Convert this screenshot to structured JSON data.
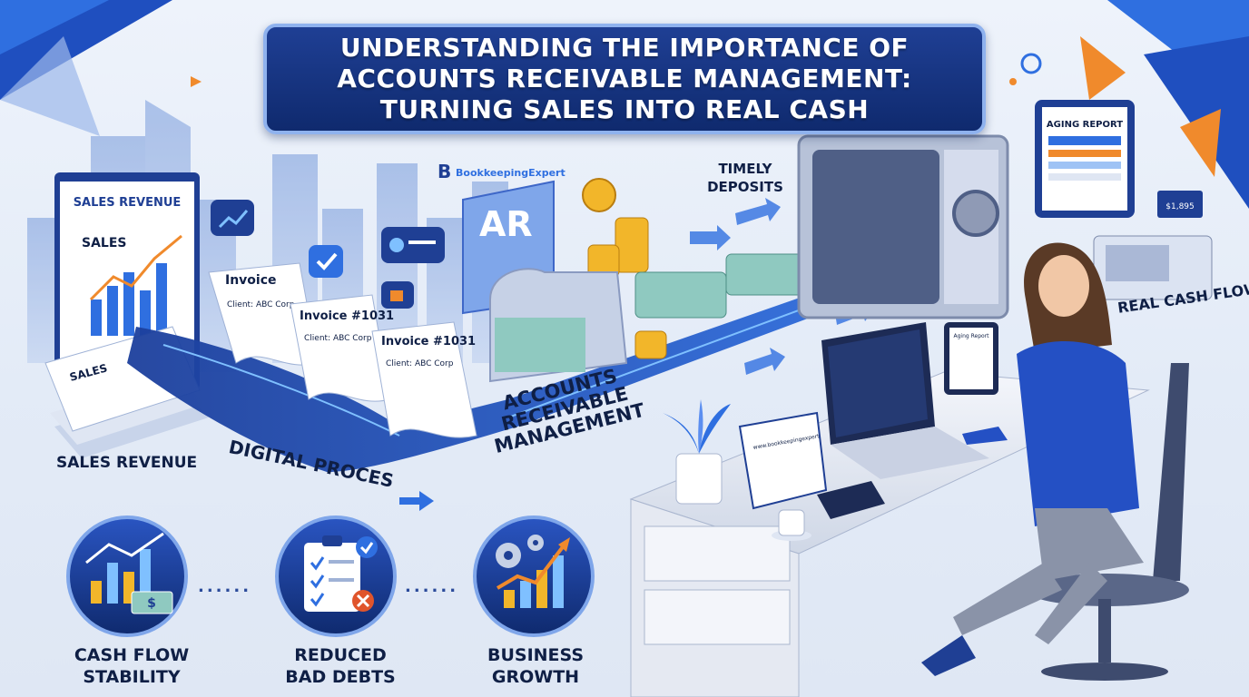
{
  "title": {
    "line1": "UNDERSTANDING THE IMPORTANCE OF",
    "line2": "ACCOUNTS RECEIVABLE MANAGEMENT:",
    "line3": "TURNING SALES INTO REAL CASH"
  },
  "sales_board": {
    "heading": "SALES REVENUE",
    "chart_label": "SALES"
  },
  "paper_stack_label": "SALES",
  "invoices": [
    {
      "title": "Invoice",
      "client": "Client: ABC Corp"
    },
    {
      "title": "Invoice #1031",
      "client": "Client: ABC Corp"
    },
    {
      "title": "Invoice #1031",
      "client": "Client: ABC Corp"
    }
  ],
  "brand": "BookkeepingExpert",
  "ar_screen": "AR",
  "aging_report": "AGING REPORT",
  "register_display": "$1,895",
  "tablet_heading": "Aging Report",
  "calendar_text": "www.bookkeepingexpert",
  "labels": {
    "sales_revenue": "SALES REVENUE",
    "digital_process": "DIGITAL PROCES",
    "ar_management_line1": "ACCOUNTS RECEIVABLE",
    "ar_management_line2": "MANAGEMENT",
    "timely_deposits_line1": "TIMELY",
    "timely_deposits_line2": "DEPOSITS",
    "real_cash_flow": "REAL CASH FLOW"
  },
  "benefits": [
    {
      "line1": "CASH FLOW",
      "line2": "STABILITY",
      "icon": "bar-chart-money-icon"
    },
    {
      "line1": "REDUCED",
      "line2": "BAD DEBTS",
      "icon": "checklist-icon"
    },
    {
      "line1": "BUSINESS",
      "line2": "GROWTH",
      "icon": "gears-growth-icon"
    }
  ],
  "separators": "......",
  "colors": {
    "navy": "#0f2a6e",
    "accent_blue": "#2f6fe0",
    "orange": "#f08a2c",
    "cash_green": "#8fc9c0"
  }
}
